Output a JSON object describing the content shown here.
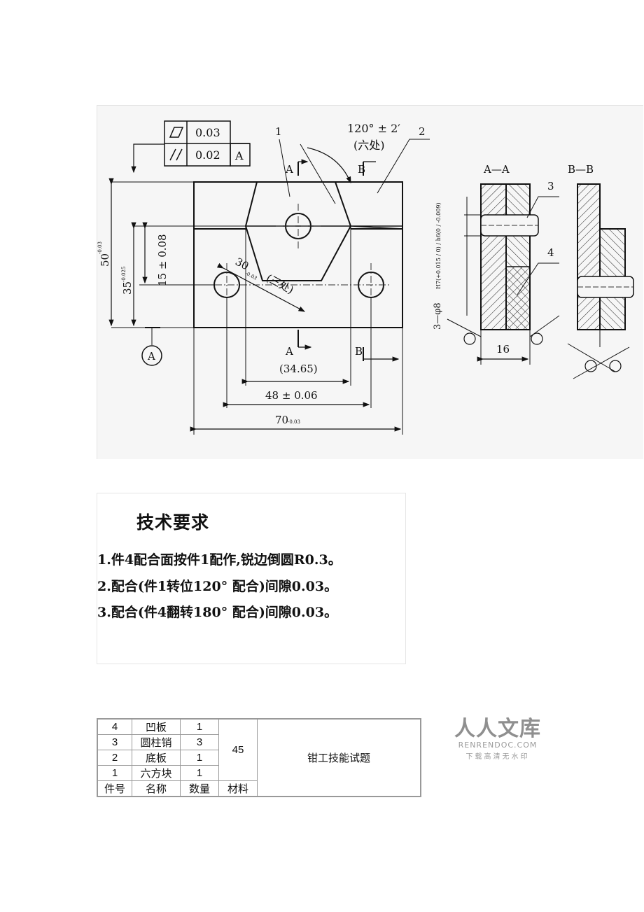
{
  "drawing": {
    "fcf_flatness": "0.03",
    "fcf_parallel": "0.02",
    "fcf_datum": "A",
    "label_part1": "1",
    "label_part2": "2",
    "label_part3": "3",
    "label_part4": "4",
    "angle_note": "120° ± 2′",
    "angle_note2": "(六处)",
    "sec_a": "A",
    "sec_b": "B",
    "view_aa": "A—A",
    "view_bb": "B—B",
    "dim_height": "50",
    "dim_height_tol": "-0.03",
    "dim_35": "35",
    "dim_35_tol": "-0.025",
    "dim_15": "15 ± 0.08",
    "dim_30": "30",
    "dim_30_tol": "-0.03",
    "dim_30_note": "(三处)",
    "dim_3465": "(34.65)",
    "dim_48": "48 ± 0.06",
    "dim_70": "70",
    "dim_70_tol": "-0.03",
    "datum_a": "A",
    "dim_pin": "3—φ8",
    "dim_fit": "H7(+0.015 / 0) / h6(0 / -0.009)",
    "dim_16": "16"
  },
  "requirements": {
    "title": "技术要求",
    "items": [
      "1.件4配合面按件1配作,锐边倒圆R0.3。",
      "2.配合(件1转位120° 配合)间隙0.03。",
      "3.配合(件4翻转180° 配合)间隙0.03。"
    ]
  },
  "bom": {
    "rows": [
      {
        "no": "4",
        "name": "凹板",
        "qty": "1"
      },
      {
        "no": "3",
        "name": "圆柱销",
        "qty": "3"
      },
      {
        "no": "2",
        "name": "底板",
        "qty": "1"
      },
      {
        "no": "1",
        "name": "六方块",
        "qty": "1"
      }
    ],
    "material": "45",
    "title": "钳工技能试题",
    "headers": {
      "no": "件号",
      "name": "名称",
      "qty": "数量",
      "material": "材料"
    }
  },
  "watermark": {
    "main": "人人文库",
    "en": "RENRENDOC.COM",
    "sub": "下载高清无水印"
  }
}
